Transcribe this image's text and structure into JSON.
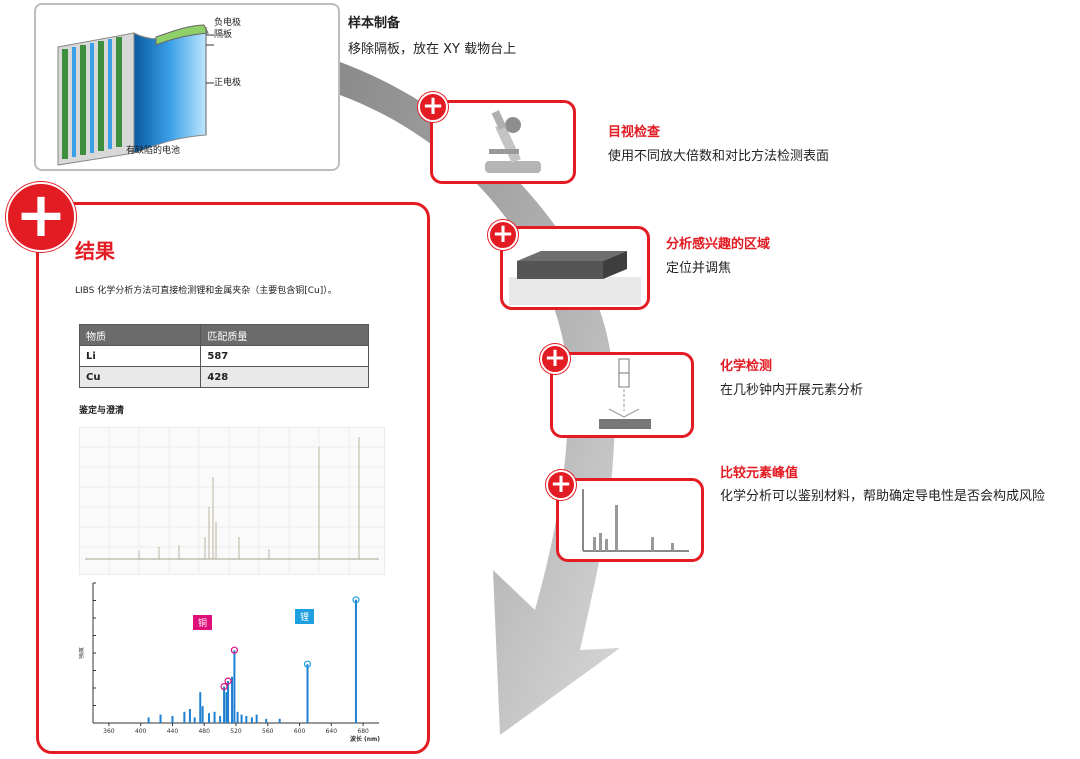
{
  "sample": {
    "title": "样本制备",
    "desc": "移除隔板，放在 XY 载物台上",
    "illustration": {
      "label_negative": "负电极",
      "label_separator": "隔板",
      "label_positive": "正电极",
      "caption": "有缺陷的电池"
    }
  },
  "steps": [
    {
      "title": "目视检查",
      "desc": "使用不同放大倍数和对比方法检测表面",
      "icon": "microscope-icon"
    },
    {
      "title": "分析感兴趣的区域",
      "desc": "定位并调焦",
      "icon": "sample-block-icon"
    },
    {
      "title": "化学检测",
      "desc": "在几秒钟内开展元素分析",
      "icon": "laser-ablation-icon"
    },
    {
      "title": "比较元素峰值",
      "desc": "化学分析可以鉴别材料，帮助确定导电性是否会构成风险",
      "icon": "spectrum-peaks-icon"
    }
  ],
  "result": {
    "title": "结果",
    "intro": "LIBS 化学分析方法可直接检测锂和金属夹杂（主要包含铜[Cu]）。",
    "table": {
      "headers": [
        "物质",
        "匹配质量"
      ],
      "rows": [
        [
          "Li",
          "587"
        ],
        [
          "Cu",
          "428"
        ]
      ]
    },
    "section_label": "鉴定与澄清",
    "spectrum_tags": {
      "cu": "铜",
      "li": "锂"
    },
    "colors": {
      "accent": "#e31b23",
      "spectrum": "#1f7fd0",
      "cu_tag": "#e0107a",
      "li_tag": "#1ea0e0"
    }
  },
  "chart_data": {
    "type": "bar",
    "xlabel": "波长 (nm)",
    "ylabel": "强度",
    "xticks": [
      360,
      400,
      440,
      480,
      520,
      560,
      600,
      640,
      680
    ],
    "xlim": [
      340,
      700
    ],
    "ylim": [
      0,
      1
    ],
    "series": [
      {
        "x": [
          410,
          425,
          440,
          455,
          462,
          468,
          475,
          478,
          486,
          493,
          500,
          505,
          508,
          510,
          515,
          518,
          522,
          527,
          533,
          540,
          546,
          558,
          575,
          610,
          671
        ],
        "values": [
          0.04,
          0.06,
          0.05,
          0.08,
          0.1,
          0.04,
          0.22,
          0.12,
          0.07,
          0.08,
          0.05,
          0.26,
          0.22,
          0.3,
          0.33,
          0.52,
          0.08,
          0.06,
          0.05,
          0.04,
          0.06,
          0.03,
          0.03,
          0.42,
          0.88
        ]
      }
    ],
    "marked_peaks": [
      {
        "x": 505,
        "y": 0.26,
        "element": "Cu"
      },
      {
        "x": 510,
        "y": 0.3,
        "element": "Cu"
      },
      {
        "x": 518,
        "y": 0.52,
        "element": "Cu"
      },
      {
        "x": 610,
        "y": 0.42,
        "element": "Li"
      },
      {
        "x": 671,
        "y": 0.88,
        "element": "Li"
      }
    ]
  }
}
